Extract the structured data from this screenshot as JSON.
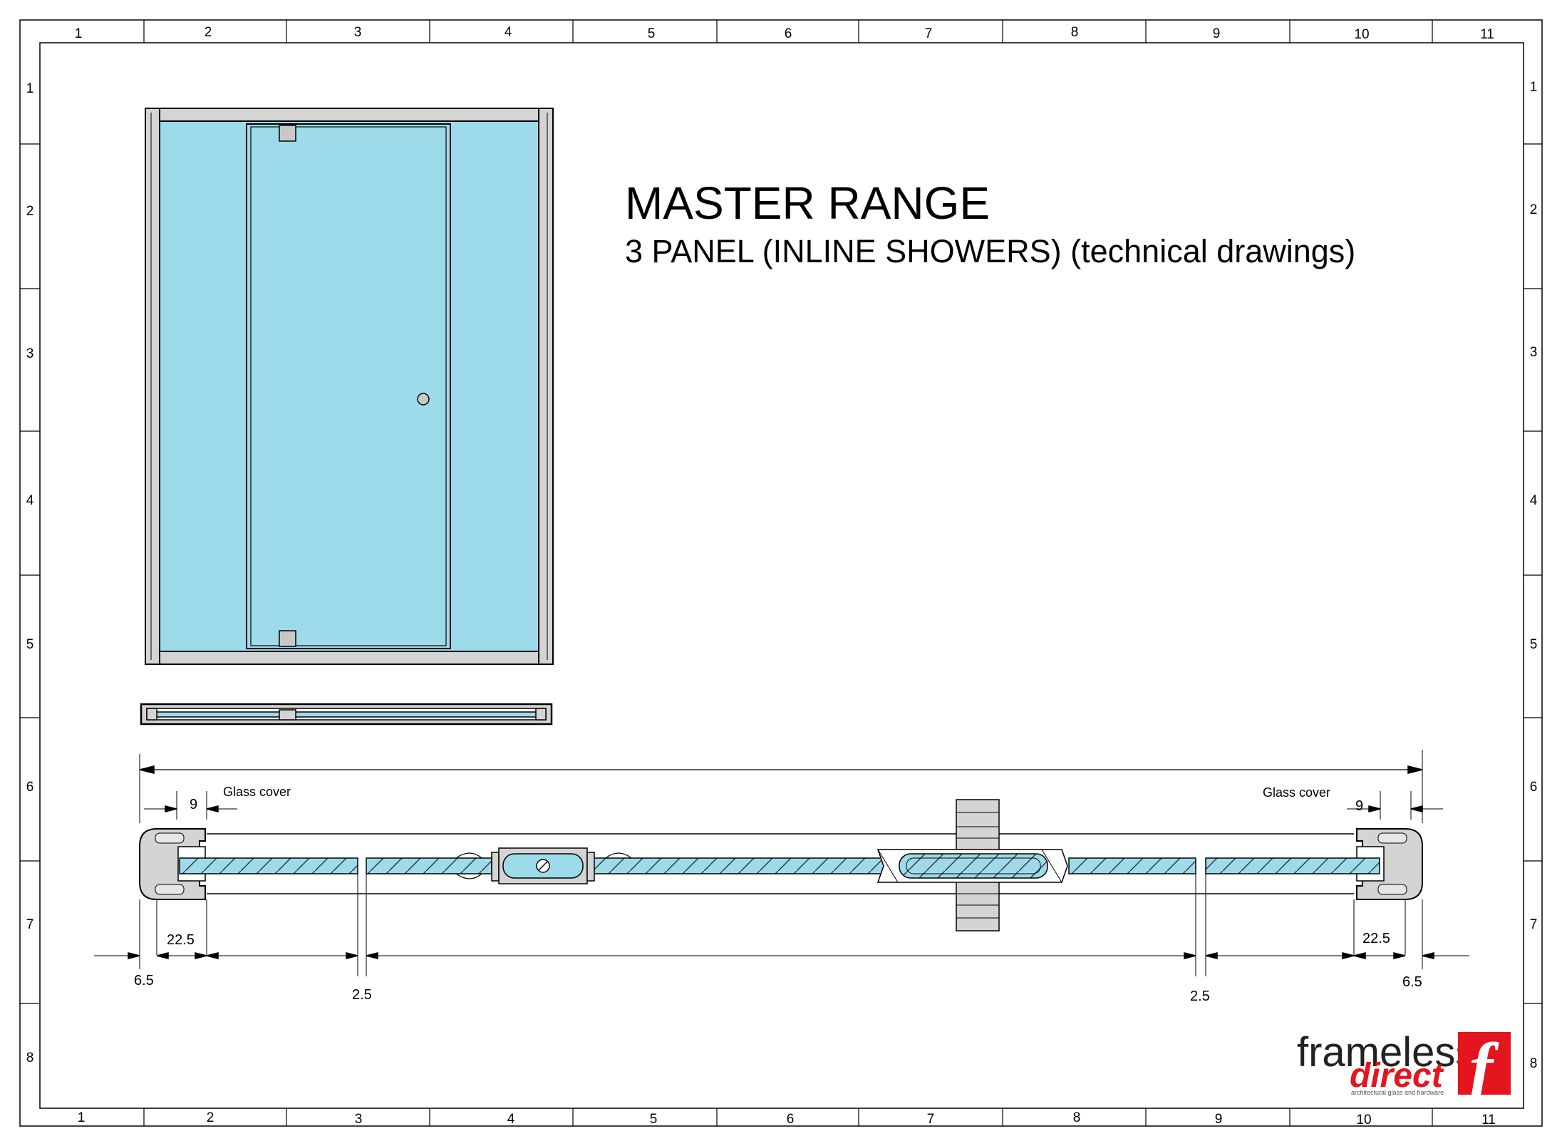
{
  "border": {
    "columns": [
      "1",
      "2",
      "3",
      "4",
      "5",
      "6",
      "7",
      "8",
      "9",
      "10",
      "11"
    ],
    "rows": [
      "1",
      "2",
      "3",
      "4",
      "5",
      "6",
      "7",
      "8"
    ]
  },
  "title": {
    "main": "MASTER RANGE",
    "sub": "3 PANEL (INLINE SHOWERS) (technical drawings)"
  },
  "plan_section": {
    "left_note": "Glass cover",
    "right_note": "Glass cover",
    "dim_left_cover": "9",
    "dim_right_cover": "9",
    "dim_left_channel": "22.5",
    "dim_right_channel": "22.5",
    "dim_left_wall": "6.5",
    "dim_right_wall": "6.5",
    "dim_left_gap": "2.5",
    "dim_right_gap": "2.5"
  },
  "colors": {
    "glass": "#9edbea",
    "frame": "#d4d4d4",
    "line": "#000000",
    "brand_red": "#e4151f"
  },
  "logo": {
    "word1": "frameless",
    "word2": "direct",
    "tagline": "architectural glass and hardware",
    "mark": "f"
  }
}
